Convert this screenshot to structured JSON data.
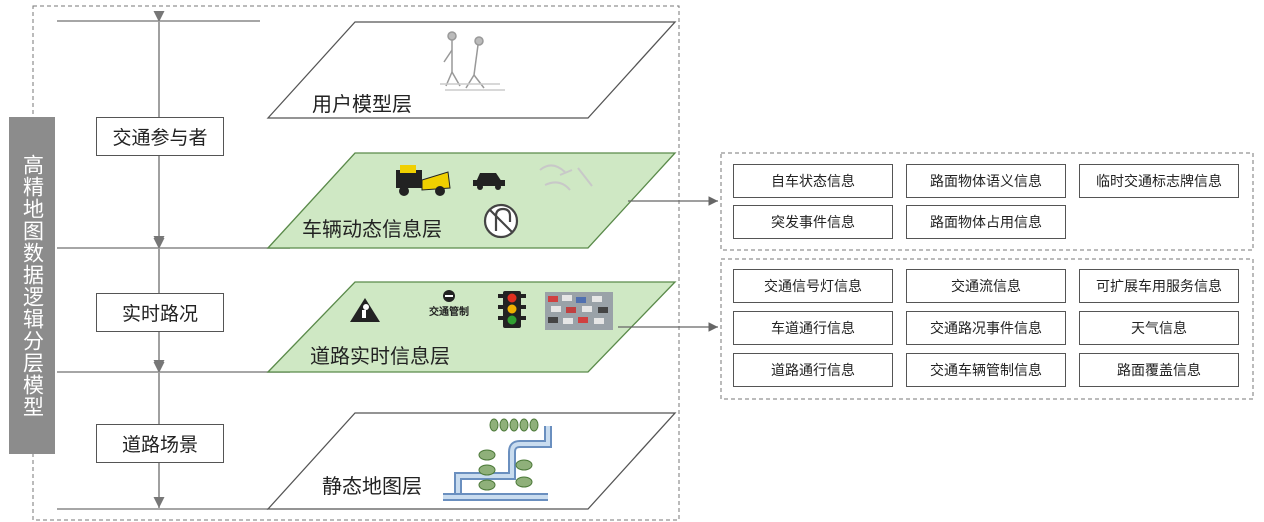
{
  "sidebar": {
    "title": "高精地图数据逻辑分层模型"
  },
  "categories": [
    "交通参与者",
    "实时路况",
    "道路场景"
  ],
  "layers": [
    "用户模型层",
    "车辆动态信息层",
    "道路实时信息层",
    "静态地图层"
  ],
  "dynamic_info": {
    "row1": [
      "自车状态信息",
      "路面物体语义信息",
      "临时交通标志牌信息"
    ],
    "row2": [
      "突发事件信息",
      "路面物体占用信息"
    ]
  },
  "realtime_info": {
    "row1": [
      "交通信号灯信息",
      "交通流信息",
      "可扩展车用服务信息"
    ],
    "row2": [
      "车道通行信息",
      "交通路况事件信息",
      "天气信息"
    ],
    "row3": [
      "道路通行信息",
      "交通车辆管制信息",
      "路面覆盖信息"
    ]
  },
  "icons": {
    "traffic_control_sign": "交通管制",
    "names": [
      "pedestrians-icon",
      "tow-truck-icon",
      "car-icon",
      "road-marking-icon",
      "no-uturn-sign-icon",
      "road-work-icon",
      "traffic-control-sign-icon",
      "traffic-light-icon",
      "traffic-jam-icon",
      "road-map-icon"
    ]
  },
  "colors": {
    "layer_fill_green": "#cfe8c4",
    "layer_stroke_green": "#5a8a4a",
    "sidebar_gray": "#8c8c8c"
  }
}
